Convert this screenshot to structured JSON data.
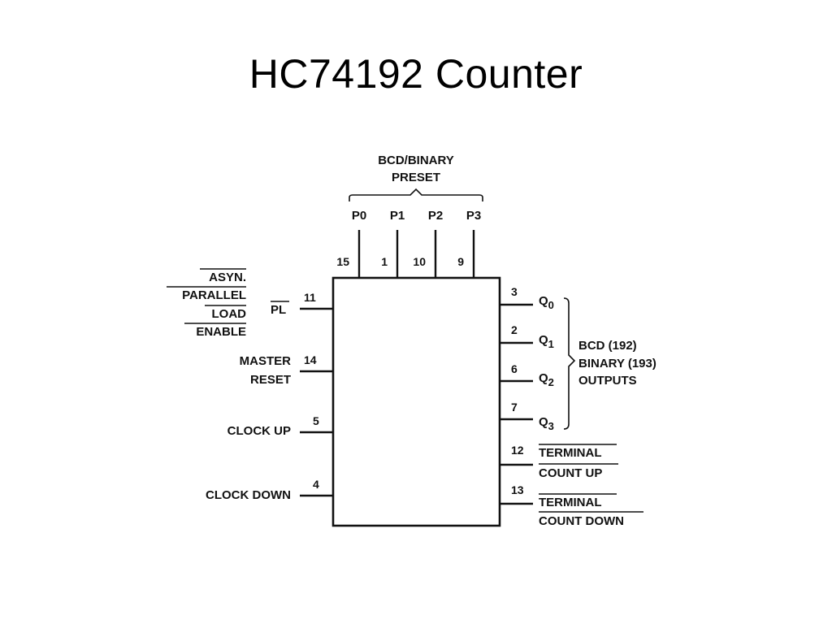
{
  "slide": {
    "title": "HC74192 Counter"
  },
  "diagram": {
    "preset": {
      "line1": "BCD/BINARY",
      "line2": "PRESET"
    },
    "top_pins": [
      {
        "name": "P0",
        "number": "15"
      },
      {
        "name": "P1",
        "number": "1"
      },
      {
        "name": "P2",
        "number": "10"
      },
      {
        "name": "P3",
        "number": "9"
      }
    ],
    "left": {
      "async_load": {
        "line1": "ASYN.",
        "line2": "PARALLEL",
        "line3": "LOAD",
        "line4": "ENABLE",
        "signal": "PL",
        "number": "11"
      },
      "master_reset": {
        "line1": "MASTER",
        "line2": "RESET",
        "number": "14"
      },
      "clock_up": {
        "label": "CLOCK UP",
        "number": "5"
      },
      "clock_down": {
        "label": "CLOCK DOWN",
        "number": "4"
      }
    },
    "right": {
      "outputs": [
        {
          "name": "Q",
          "sub": "0",
          "number": "3"
        },
        {
          "name": "Q",
          "sub": "1",
          "number": "2"
        },
        {
          "name": "Q",
          "sub": "2",
          "number": "6"
        },
        {
          "name": "Q",
          "sub": "3",
          "number": "7"
        }
      ],
      "outputs_group": {
        "line1": "BCD (192)",
        "line2": "BINARY (193)",
        "line3": "OUTPUTS"
      },
      "tc_up": {
        "line1": "TERMINAL",
        "line2": "COUNT UP",
        "number": "12"
      },
      "tc_down": {
        "line1": "TERMINAL",
        "line2": "COUNT DOWN",
        "number": "13"
      }
    }
  }
}
